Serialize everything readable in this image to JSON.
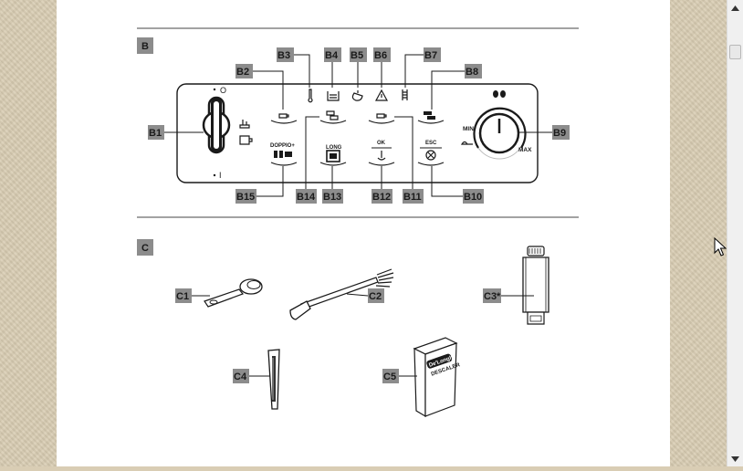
{
  "sections": {
    "b_label": "B",
    "c_label": "C"
  },
  "panel_labels": {
    "b1": "B1",
    "b2": "B2",
    "b3": "B3",
    "b4": "B4",
    "b5": "B5",
    "b6": "B6",
    "b7": "B7",
    "b8": "B8",
    "b9": "B9",
    "b10": "B10",
    "b11": "B11",
    "b12": "B12",
    "b13": "B13",
    "b14": "B14",
    "b15": "B15"
  },
  "panel_text": {
    "min": "MIN",
    "max": "MAX",
    "doppio": "DOPPIO+",
    "long": "LONG",
    "ok": "OK",
    "esc": "ESC",
    "power_on": "O",
    "power_off": "I"
  },
  "accessory_labels": {
    "c1": "C1",
    "c2": "C2",
    "c3": "C3*",
    "c4": "C4",
    "c5": "C5"
  },
  "box_text": {
    "brand": "De'Longhi",
    "product": "DESCALER"
  },
  "colors": {
    "label_bg": "#8c8c8c",
    "line": "#1a1a1a",
    "side_bg": "#d8ccb2"
  }
}
